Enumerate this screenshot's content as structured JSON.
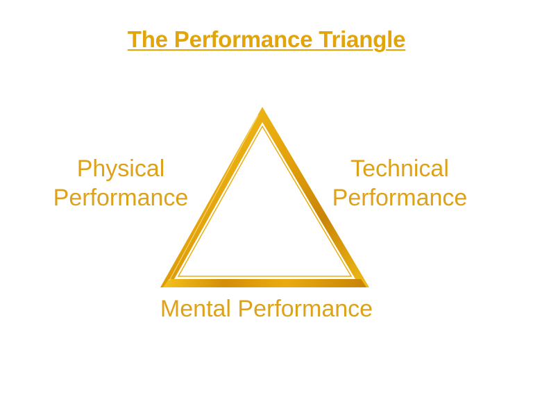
{
  "title": "The Performance Triangle",
  "labels": {
    "physical": [
      "Physical",
      "Performance"
    ],
    "technical": [
      "Technical",
      "Performance"
    ],
    "mental": "Mental Performance"
  },
  "colors": {
    "title": "#E2A409",
    "label": "#DDA21A",
    "frame_light": "#F3C21C",
    "frame_mid": "#E6A80F",
    "frame_dark": "#C98506"
  }
}
